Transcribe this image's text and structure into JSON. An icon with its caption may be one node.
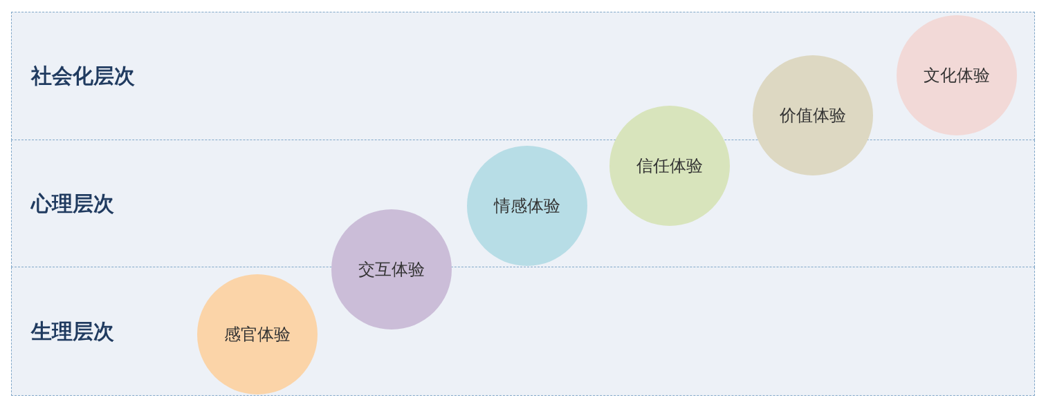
{
  "diagram": {
    "nodes": [
      {
        "text": [
          "社会化层次"
        ]
      },
      {
        "text": [
          "心理层次"
        ]
      },
      {
        "text": [
          "生理层次"
        ]
      },
      {
        "text": [
          "感官体验"
        ],
        "in": 2
      },
      {
        "text": [
          "交互体验"
        ]
      },
      {
        "text": [
          "情感体验"
        ],
        "in": 1
      },
      {
        "text": [
          "信任体验"
        ]
      },
      {
        "text": [
          "价值体验"
        ]
      },
      {
        "text": [
          "文化体验"
        ],
        "in": 0
      }
    ]
  }
}
